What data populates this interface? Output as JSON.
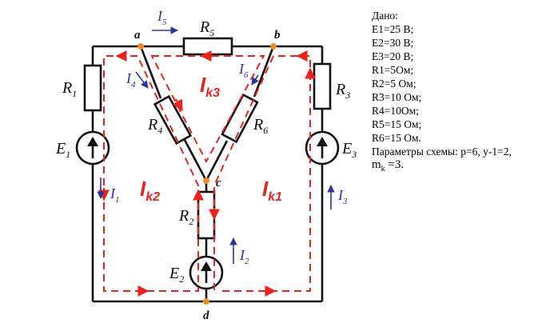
{
  "circuit": {
    "nodes": {
      "a": "a",
      "b": "b",
      "c": "c",
      "d": "d"
    },
    "resistors": {
      "r1": {
        "letter": "R",
        "sub": "1"
      },
      "r2": {
        "letter": "R",
        "sub": "2"
      },
      "r3": {
        "letter": "R",
        "sub": "3"
      },
      "r4": {
        "letter": "R",
        "sub": "4"
      },
      "r5": {
        "letter": "R",
        "sub": "5"
      },
      "r6": {
        "letter": "R",
        "sub": "6"
      }
    },
    "sources": {
      "e1": {
        "letter": "E",
        "sub": "1"
      },
      "e2": {
        "letter": "E",
        "sub": "2"
      },
      "e3": {
        "letter": "E",
        "sub": "3"
      }
    },
    "currents": {
      "i1": {
        "letter": "I",
        "sub": "1"
      },
      "i2": {
        "letter": "I",
        "sub": "2"
      },
      "i3": {
        "letter": "I",
        "sub": "3"
      },
      "i4": {
        "letter": "I",
        "sub": "4"
      },
      "i5": {
        "letter": "I",
        "sub": "5"
      },
      "i6": {
        "letter": "I",
        "sub": "6"
      }
    },
    "loops": {
      "k1": {
        "letter": "I",
        "sub": "k1"
      },
      "k2": {
        "letter": "I",
        "sub": "k2"
      },
      "k3": {
        "letter": "I",
        "sub": "k3"
      }
    },
    "colors": {
      "wire": "#111111",
      "loop": "#e8231e",
      "current": "#2f3596",
      "node": "#f08c28"
    }
  },
  "given": {
    "title": "Дано:",
    "lines": [
      "E1=25 В;",
      "E2=30 В;",
      "E3=20 В;",
      "R1=5Ом;",
      "R2=5 Ом;",
      "R3=10 Ом;",
      "R4=10Ом;",
      "R5=15 Ом;",
      "R6=15 Ом."
    ],
    "params": "Параметры схемы: p=6, y-1=2,",
    "mk_letter": "m",
    "mk_sub": "k",
    "mk_value": " =3."
  }
}
